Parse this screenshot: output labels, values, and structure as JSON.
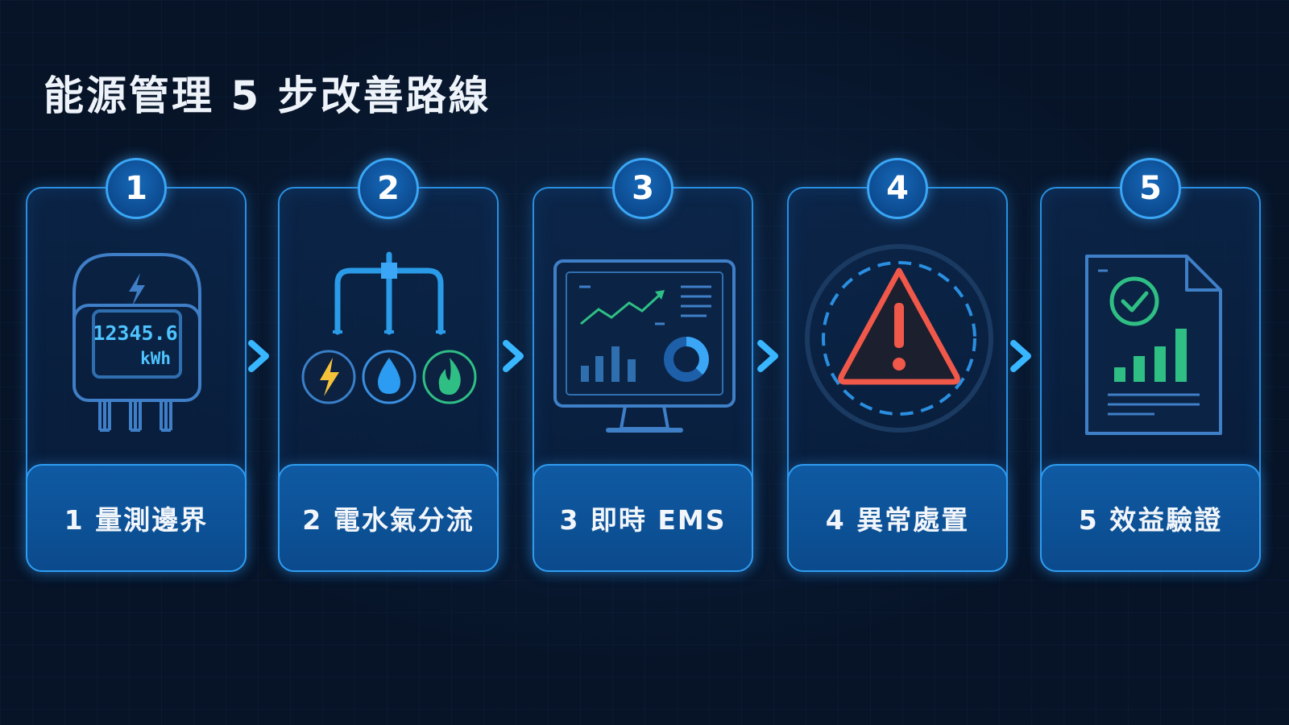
{
  "title": "能源管理 5 步改善路線",
  "steps": [
    {
      "number": "1",
      "label": "1 量測邊界",
      "icon": "electric-meter-icon",
      "meter_value": "12345.6",
      "meter_unit": "kWh"
    },
    {
      "number": "2",
      "label": "2 電水氣分流",
      "icon": "utility-split-icon"
    },
    {
      "number": "3",
      "label": "3 即時 EMS",
      "icon": "ems-dashboard-icon"
    },
    {
      "number": "4",
      "label": "4 異常處置",
      "icon": "warning-icon"
    },
    {
      "number": "5",
      "label": "5 效益驗證",
      "icon": "verified-report-icon"
    }
  ],
  "colors": {
    "background": "#071428",
    "accent_blue": "#2a8fe0",
    "label_fill": "#0f5aa3",
    "warning_red": "#f0584a",
    "success_green": "#2fbf85",
    "lightning_yellow": "#f5c23a"
  }
}
